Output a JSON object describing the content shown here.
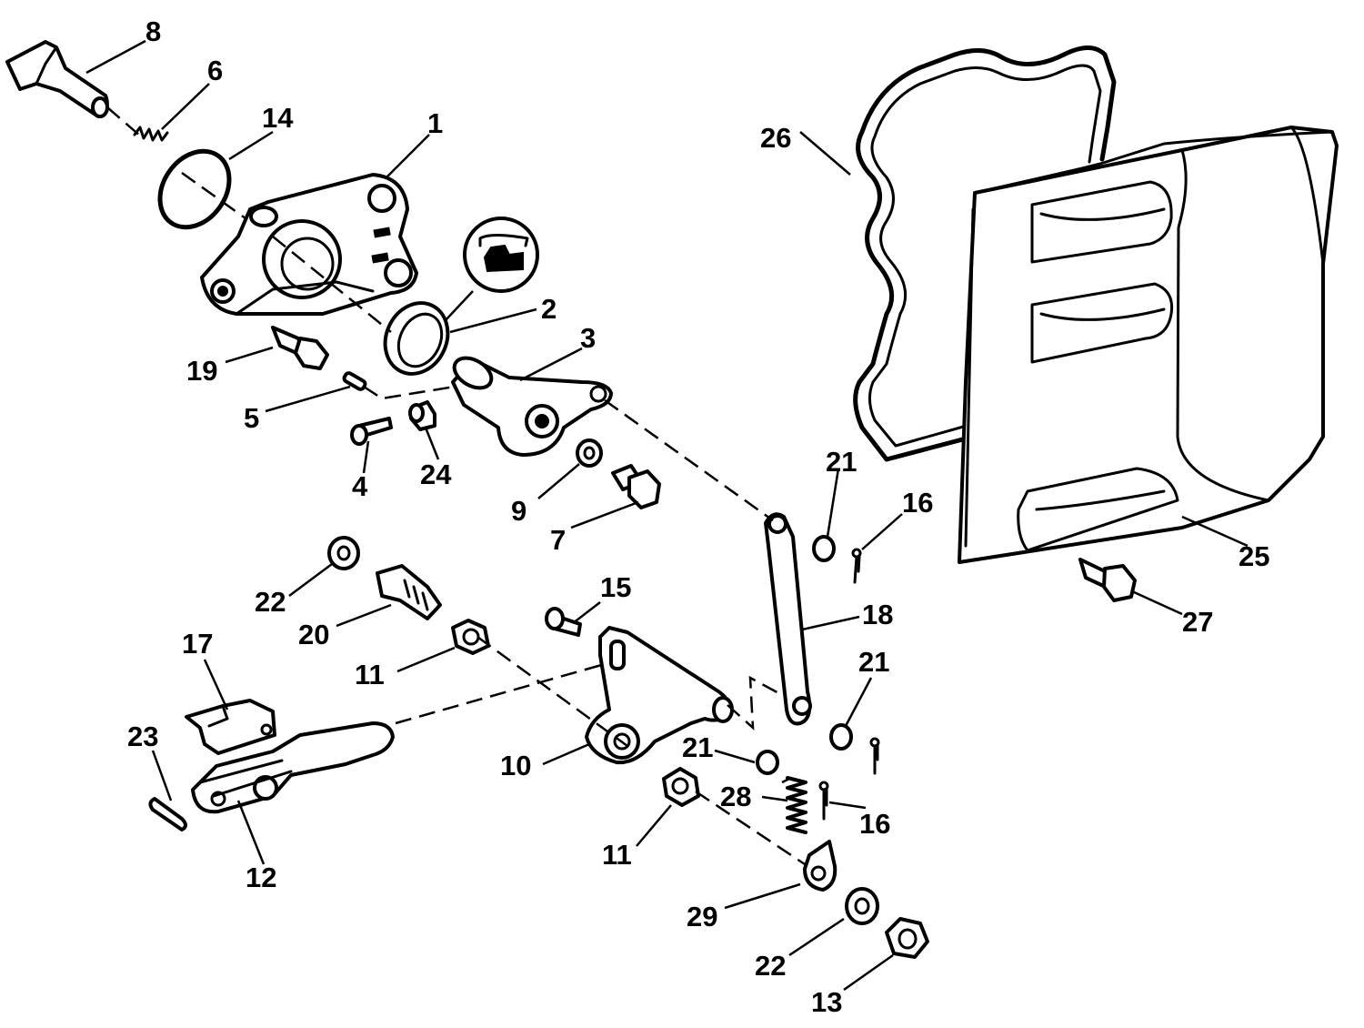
{
  "callouts": {
    "c1": "1",
    "c2": "2",
    "c3": "3",
    "c4": "4",
    "c5": "5",
    "c6": "6",
    "c7": "7",
    "c8": "8",
    "c9": "9",
    "c10": "10",
    "c11a": "11",
    "c11b": "11",
    "c12": "12",
    "c13": "13",
    "c14": "14",
    "c15": "15",
    "c16a": "16",
    "c16b": "16",
    "c17": "17",
    "c18": "18",
    "c19": "19",
    "c20": "20",
    "c21a": "21",
    "c21b": "21",
    "c21c": "21",
    "c22a": "22",
    "c22b": "22",
    "c23": "23",
    "c24": "24",
    "c25": "25",
    "c26": "26",
    "c27": "27",
    "c28": "28",
    "c29": "29"
  },
  "colors": {
    "line": "#000000",
    "background": "#ffffff"
  }
}
